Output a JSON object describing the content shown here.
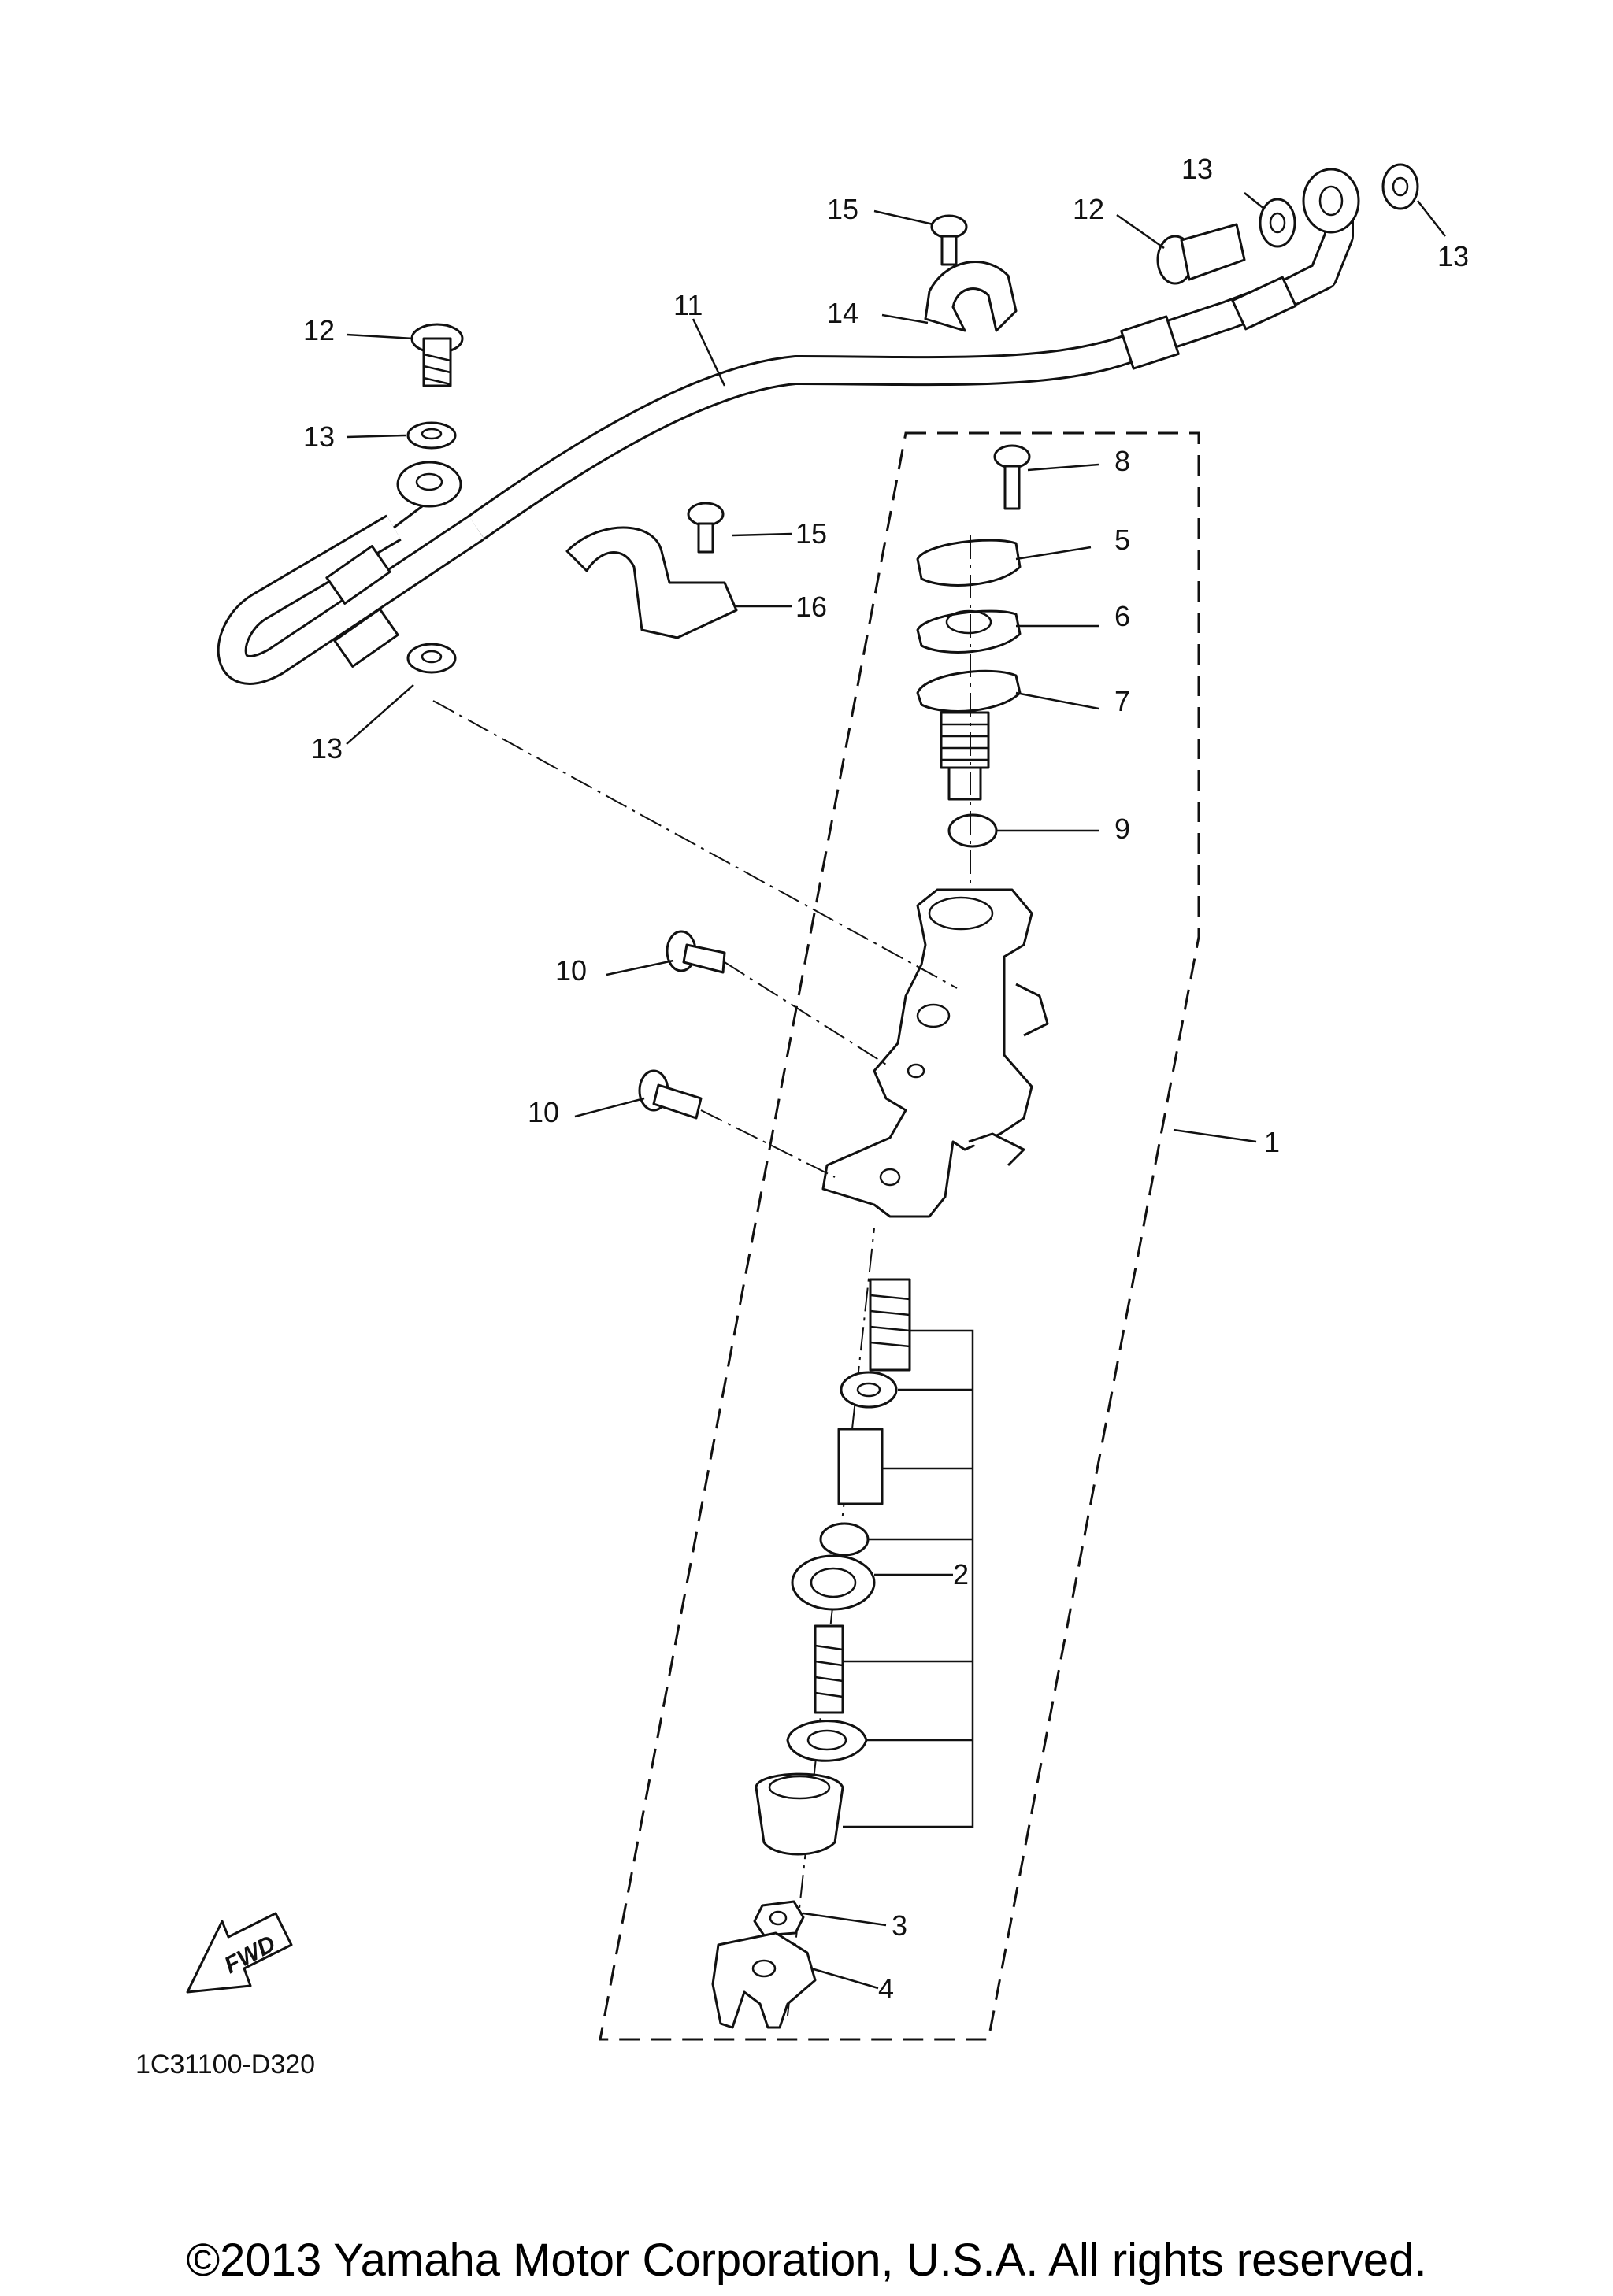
{
  "diagram": {
    "drawing_code": "1C31100-D320",
    "fwd_label": "FWD",
    "copyright": "©2013 Yamaha Motor Corporation, U.S.A. All rights reserved.",
    "callouts": {
      "c1": "1",
      "c2": "2",
      "c3": "3",
      "c4": "4",
      "c5": "5",
      "c6": "6",
      "c7": "7",
      "c8": "8",
      "c9": "9",
      "c10a": "10",
      "c10b": "10",
      "c11": "11",
      "c12a": "12",
      "c12b": "12",
      "c13a": "13",
      "c13b": "13",
      "c13c": "13",
      "c13d": "13",
      "c14": "14",
      "c15a": "15",
      "c15b": "15",
      "c16": "16"
    }
  }
}
